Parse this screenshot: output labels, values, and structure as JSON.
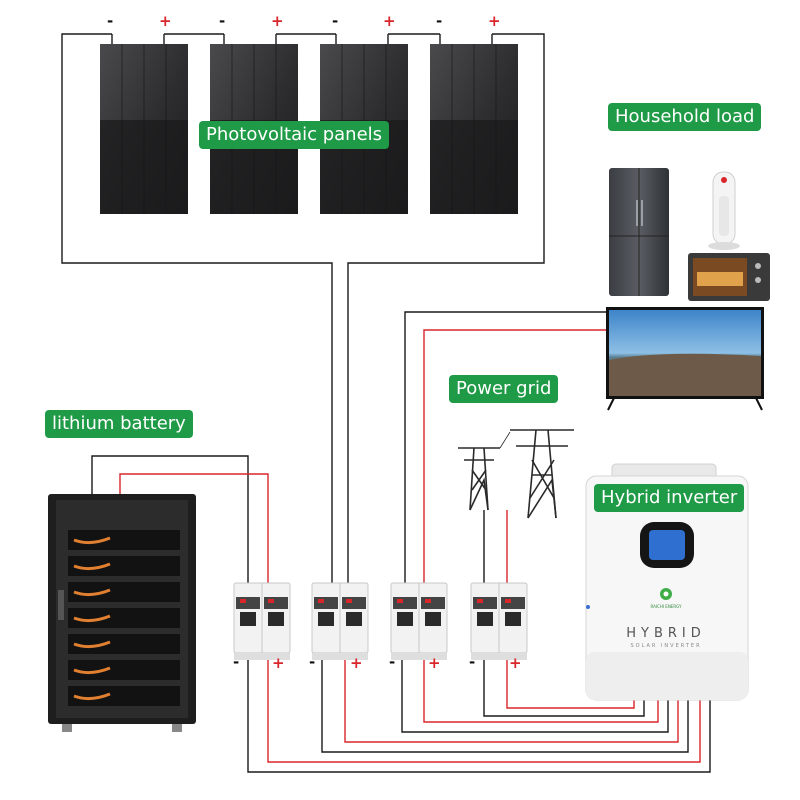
{
  "labels": {
    "photovoltaic_panels": "Photovoltaic panels",
    "household_load": "Household load",
    "power_grid": "Power grid",
    "lithium_battery": "lithium battery",
    "hybrid_inverter": "Hybrid inverter"
  },
  "polarity": {
    "negative": "-",
    "positive": "+"
  },
  "inverter": {
    "brand_line1": "HYBRID",
    "brand_line2": "SOLAR INVERTER",
    "logo_text": "RAICHI ENERGY"
  },
  "colors": {
    "label_bg": "#1f9a46",
    "negative_wire": "#1a1a1a",
    "positive_wire": "#d8262b"
  }
}
